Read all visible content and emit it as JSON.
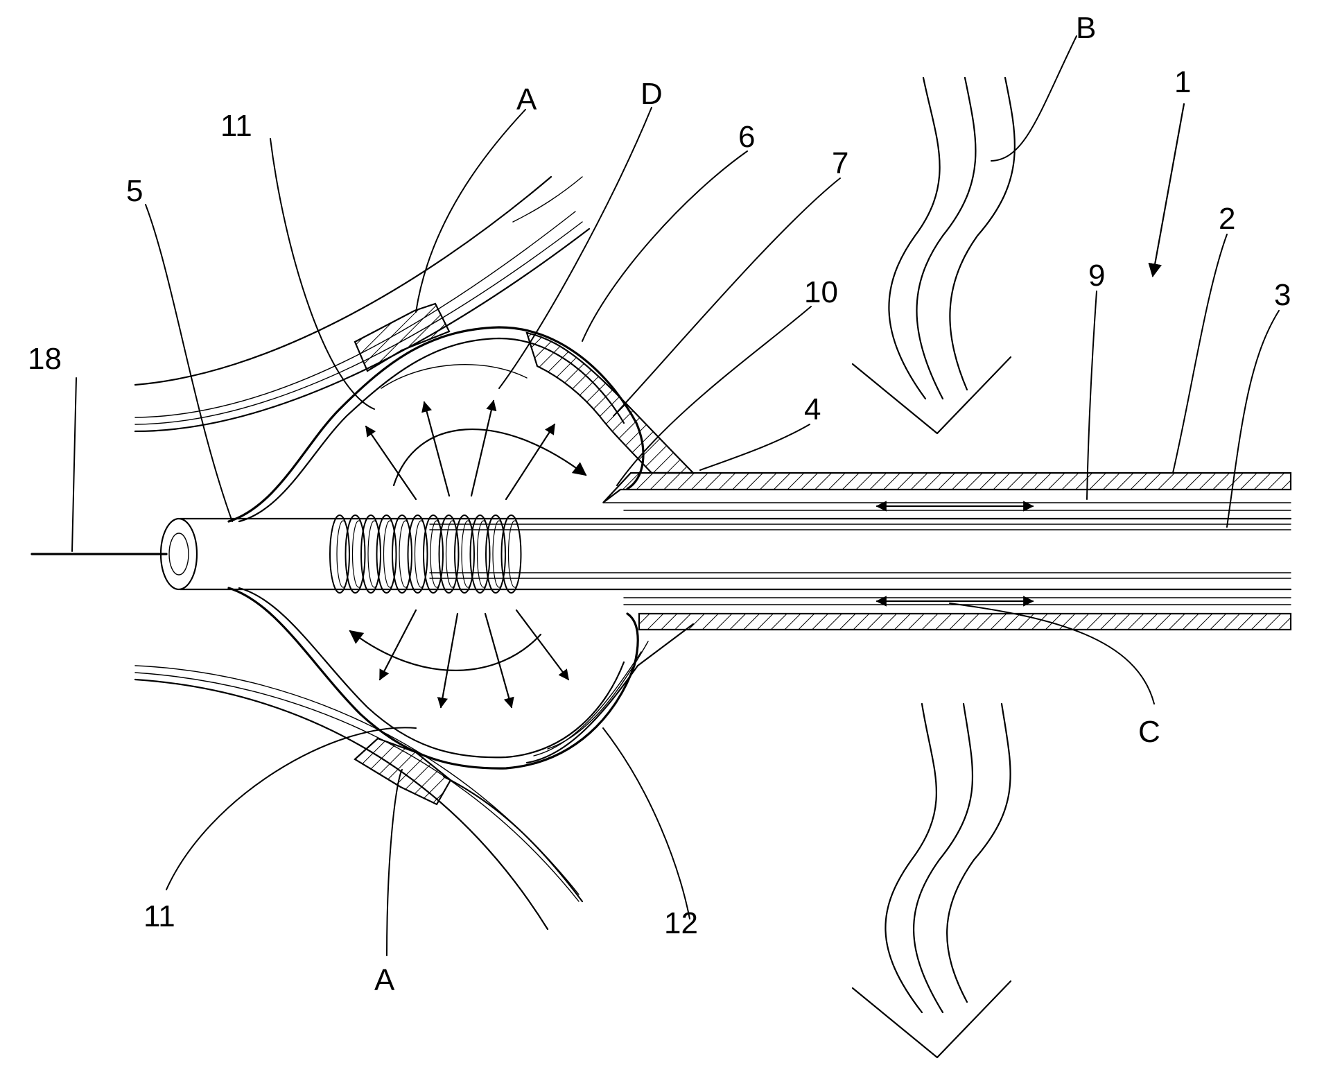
{
  "labels": {
    "l1": "1",
    "l2": "2",
    "l3": "3",
    "l4": "4",
    "l5": "5",
    "l6": "6",
    "l7": "7",
    "l9": "9",
    "l10": "10",
    "l11_top": "11",
    "l11_bottom": "11",
    "l12": "12",
    "l18": "18",
    "lA_top": "A",
    "lA_bottom": "A",
    "lB": "B",
    "lC": "C",
    "lD": "D"
  },
  "colors": {
    "ink": "#000000",
    "background": "#ffffff"
  }
}
